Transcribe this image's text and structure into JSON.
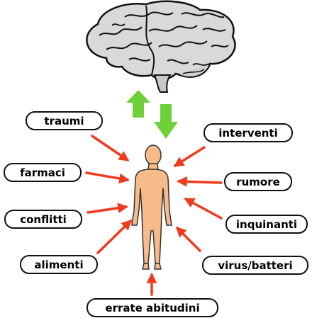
{
  "labels": {
    "traumi": "traumi",
    "farmaci": "farmaci",
    "conflitti": "conflitti",
    "alimenti": "alimenti",
    "interventi": "interventi",
    "rumore": "rumore",
    "inquinanti": "inquinanti",
    "virus": "virus/batteri",
    "abitudini": "errate abitudini"
  },
  "colors": {
    "arrow_red": "#f03a1e",
    "arrow_green": "#6fd13a",
    "body_fill": "#f7bb8a",
    "brain_fill": "#d9d9d9",
    "outline": "#111111"
  },
  "icons": {
    "brain": "brain-illustration",
    "body": "human-body-illustration",
    "exchange": "up-down-exchange-arrows"
  }
}
